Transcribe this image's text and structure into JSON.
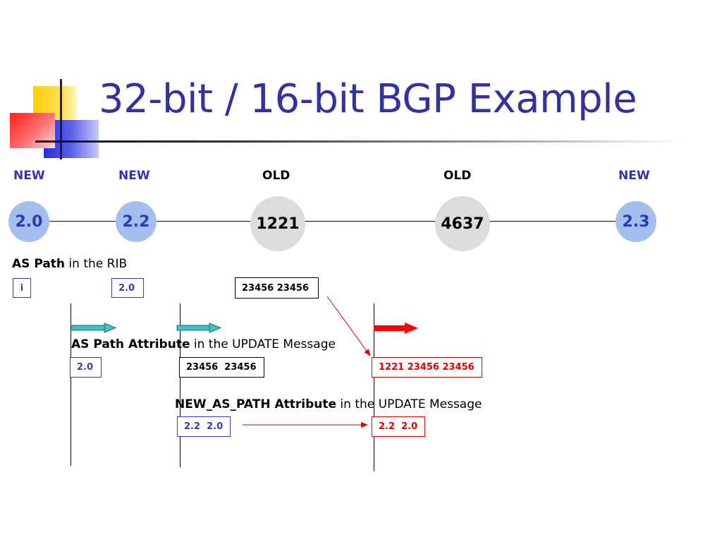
{
  "title": "32-bit / 16-bit BGP Example",
  "routers": [
    {
      "type": "NEW",
      "as": "2.0"
    },
    {
      "type": "NEW",
      "as": "2.2"
    },
    {
      "type": "OLD",
      "as": "1221"
    },
    {
      "type": "OLD",
      "as": "4637"
    },
    {
      "type": "NEW",
      "as": "2.3"
    }
  ],
  "rib": {
    "label_bold": "AS Path",
    "label_rest": " in the RIB",
    "boxes": [
      "i",
      "2.0",
      "23456 23456"
    ]
  },
  "as_path_attr": {
    "label_bold": "AS Path Attribute",
    "label_rest": " in the UPDATE Message",
    "boxes": [
      "2.0",
      "23456  23456",
      "1221 23456 23456"
    ]
  },
  "new_as_path_attr": {
    "label_bold": "NEW_AS_PATH Attribute",
    "label_rest": " in the UPDATE Message",
    "boxes": [
      "2.2  2.0",
      "2.2  2.0"
    ]
  },
  "colors": {
    "title": "#3333a0",
    "new_router_fill": "#a4bfee",
    "new_router_text": "#2b3ab5",
    "old_router_fill": "#dcdcdc",
    "blue_text": "#3a3ab0",
    "red": "#e00000",
    "teal_arrow": "#40c0c8"
  }
}
